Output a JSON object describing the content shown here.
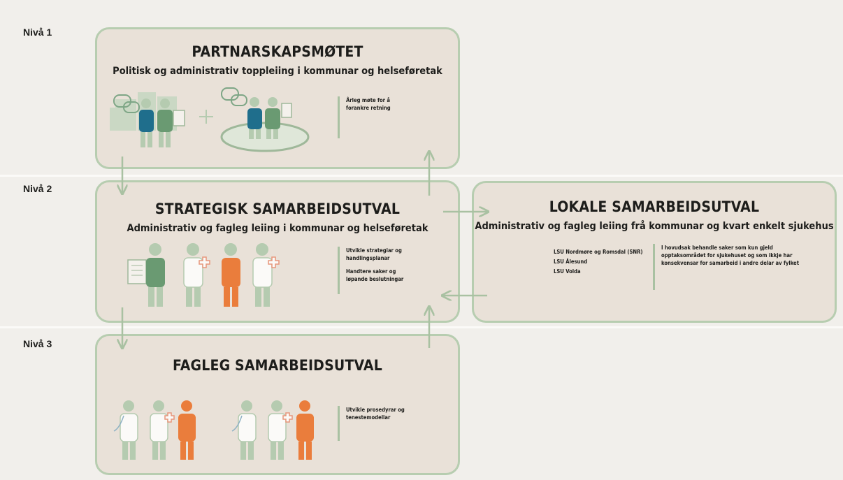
{
  "levels": [
    {
      "label": "Nivå 1"
    },
    {
      "label": "Nivå 2"
    },
    {
      "label": "Nivå 3"
    }
  ],
  "partnarskap": {
    "title": "PARTNARSKAPSMØTET",
    "subtitle": "Politisk og administrativ toppleiing i kommunar og helseføretak",
    "notes": [
      "Årleg møte for å forankre retning"
    ]
  },
  "strategisk": {
    "title": "STRATEGISK SAMARBEIDSUTVAL",
    "subtitle": "Administrativ og fagleg leiing i kommunar og helseføretak",
    "notes": [
      "Utvikle strategiar og handlingsplanar",
      "Handtere saker og løpande beslutningar"
    ]
  },
  "lokale": {
    "title": "LOKALE SAMARBEIDSUTVAL",
    "subtitle": "Administrativ og fagleg leiing frå kommunar og kvart enkelt sjukehus",
    "lsu": [
      "LSU Nordmøre og Romsdal (SNR)",
      "LSU Ålesund",
      "LSU Volda"
    ],
    "description": "I hovudsak behandle saker som kun gjeld opptaksområdet for sjukehuset og som ikkje har konsekvensar for samarbeid i andre delar av fylket"
  },
  "fagleg": {
    "title": "FAGLEG SAMARBEIDSUTVAL",
    "notes": [
      "Utvikle prosedyrar og tenestemodellar"
    ]
  },
  "colors": {
    "box_fill": "#e9e1d8",
    "border": "#b7cdb0",
    "blue": "#1f6e8c",
    "green": "#6a9a72",
    "light_green": "#b5cbb0",
    "orange": "#ea7d3c",
    "plus": "#e7967a"
  }
}
